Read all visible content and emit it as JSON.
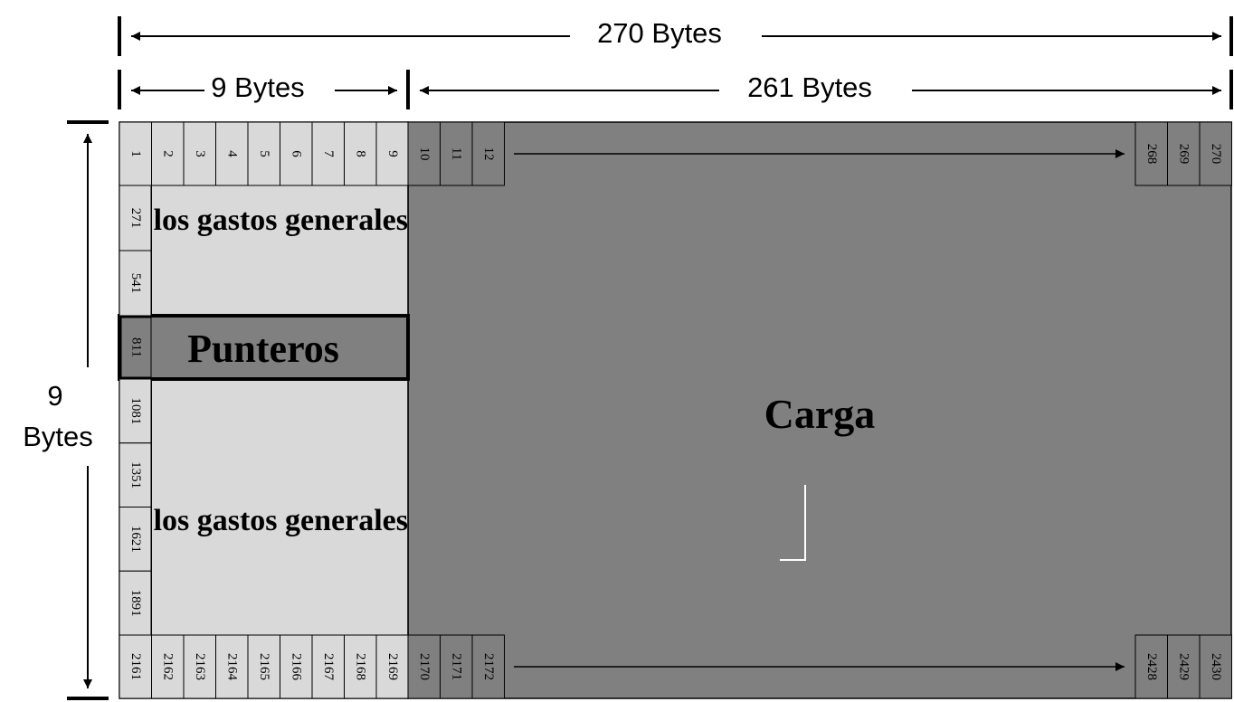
{
  "dimensions": {
    "total_width": "270 Bytes",
    "overhead_width": "9 Bytes",
    "payload_width": "261 Bytes",
    "height_number": "9",
    "height_unit": "Bytes"
  },
  "sections": {
    "overhead_top": "los gastos generales",
    "pointers": "Punteros",
    "overhead_bottom": "los gastos generales",
    "payload": "Carga"
  },
  "top_row": {
    "overhead_cells": [
      "1",
      "2",
      "3",
      "4",
      "5",
      "6",
      "7",
      "8",
      "9"
    ],
    "payload_start_cells": [
      "10",
      "11",
      "12"
    ],
    "payload_end_cells": [
      "268",
      "269",
      "270"
    ]
  },
  "left_column": {
    "upper_cells": [
      "271",
      "541"
    ],
    "pointer_cell": "811",
    "lower_cells": [
      "1081",
      "1351",
      "1621",
      "1891"
    ]
  },
  "bottom_row": {
    "overhead_cells": [
      "2161",
      "2162",
      "2163",
      "2164",
      "2165",
      "2166",
      "2167",
      "2168",
      "2169"
    ],
    "payload_start_cells": [
      "2170",
      "2171",
      "2172"
    ],
    "payload_end_cells": [
      "2428",
      "2429",
      "2430"
    ]
  },
  "colors": {
    "overhead_fill": "#d9d9d9",
    "payload_fill": "#808080",
    "pointer_fill": "#808080",
    "line": "#000000"
  }
}
